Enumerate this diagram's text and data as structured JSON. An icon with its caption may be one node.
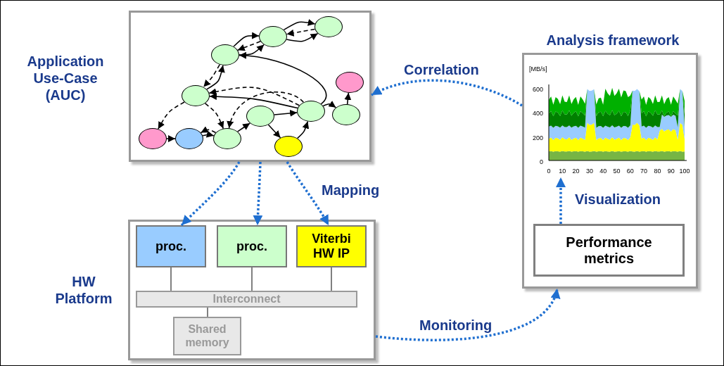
{
  "diagram": {
    "nodes": [
      {
        "text": [
          "Application Use-Case (AUC)"
        ]
      },
      {
        "text": [],
        "shape": "ellipse",
        "in": 0
      },
      {
        "text": [],
        "shape": "ellipse",
        "in": 0
      },
      {
        "text": [],
        "shape": "ellipse",
        "in": 0
      },
      {
        "text": [],
        "shape": "ellipse",
        "in": 0
      },
      {
        "text": [],
        "shape": "ellipse",
        "in": 0
      },
      {
        "text": [],
        "shape": "ellipse",
        "in": 0
      },
      {
        "text": [],
        "shape": "ellipse",
        "in": 0
      },
      {
        "text": [],
        "shape": "ellipse",
        "in": 0
      },
      {
        "text": [],
        "shape": "ellipse",
        "in": 0
      },
      {
        "text": [],
        "shape": "ellipse",
        "in": 0
      },
      {
        "text": [],
        "shape": "ellipse",
        "in": 0
      },
      {
        "text": [],
        "shape": "ellipse",
        "in": 0
      },
      {
        "text": [
          "Analysis framework"
        ]
      },
      {
        "text": [],
        "shape": "chart",
        "in": 13
      },
      {
        "text": [
          "Performance metrics"
        ],
        "in": 13
      },
      {
        "text": [
          "HW Platform"
        ]
      },
      {
        "text": [
          "proc."
        ],
        "in": 16
      },
      {
        "text": [
          "proc."
        ],
        "in": 16
      },
      {
        "text": [
          "Viterbi HW IP"
        ],
        "in": 16
      },
      {
        "text": [
          "Interconnect"
        ],
        "in": 16
      },
      {
        "text": [
          "Shared memory"
        ],
        "in": 16
      }
    ],
    "edges": [
      {
        "from": 2,
        "to": 1,
        "arrow": "to"
      },
      {
        "from": 1,
        "to": 2,
        "arrow": "to",
        "style": "dashed"
      },
      {
        "from": 2,
        "to": 1,
        "arrow": "to"
      },
      {
        "from": 3,
        "to": 2,
        "arrow": "to"
      },
      {
        "from": 3,
        "to": 2,
        "arrow": "to"
      },
      {
        "from": 2,
        "to": 3,
        "arrow": "to",
        "style": "dashed"
      },
      {
        "from": 5,
        "to": 3,
        "arrow": "to"
      },
      {
        "from": 3,
        "to": 5,
        "arrow": "to",
        "style": "dashed"
      },
      {
        "from": 5,
        "to": 9,
        "arrow": "to",
        "style": "dashed"
      },
      {
        "from": 5,
        "to": 11,
        "arrow": "to",
        "style": "dashed"
      },
      {
        "from": 9,
        "to": 10,
        "arrow": "to"
      },
      {
        "from": 10,
        "to": 11,
        "arrow": "to"
      },
      {
        "from": 11,
        "to": 10,
        "arrow": "to",
        "style": "dashed"
      },
      {
        "from": 11,
        "to": 8,
        "arrow": "to"
      },
      {
        "from": 6,
        "to": 11,
        "arrow": "to",
        "style": "dashed"
      },
      {
        "from": 8,
        "to": 6,
        "arrow": "to"
      },
      {
        "from": 8,
        "to": 12,
        "arrow": "to"
      },
      {
        "from": 12,
        "to": 6,
        "arrow": "to"
      },
      {
        "from": 6,
        "to": 5,
        "arrow": "to"
      },
      {
        "from": 6,
        "to": 5,
        "arrow": "to",
        "style": "dashed"
      },
      {
        "from": 6,
        "to": 3,
        "arrow": "to"
      },
      {
        "from": 6,
        "to": 7,
        "arrow": "to"
      },
      {
        "from": 7,
        "to": 4,
        "arrow": "to"
      },
      {
        "from": 0,
        "to": 17,
        "arrow": "to",
        "style": "dashed",
        "color": "#1f6fd0"
      },
      {
        "from": 0,
        "to": 18,
        "arrow": "to",
        "style": "dashed",
        "color": "#1f6fd0"
      },
      {
        "from": 0,
        "to": 19,
        "arrow": "to",
        "style": "dashed",
        "color": "#1f6fd0",
        "label": "Mapping"
      },
      {
        "from": 13,
        "to": 0,
        "arrow": "to",
        "style": "dashed",
        "color": "#1f6fd0",
        "label": "Correlation"
      },
      {
        "from": 16,
        "to": 13,
        "arrow": "to",
        "style": "dashed",
        "color": "#1f6fd0",
        "label": "Monitoring"
      },
      {
        "from": 15,
        "to": 14,
        "arrow": "to",
        "style": "dashed",
        "color": "#1f6fd0",
        "label": "Visualization"
      },
      {
        "from": 17,
        "to": 20,
        "arrow": "none",
        "color": "#808080"
      },
      {
        "from": 18,
        "to": 20,
        "arrow": "none",
        "color": "#808080"
      },
      {
        "from": 19,
        "to": 20,
        "arrow": "none",
        "color": "#808080"
      },
      {
        "from": 20,
        "to": 21,
        "arrow": "none",
        "color": "#808080"
      }
    ],
    "labels": [
      "[MB/s]",
      "600",
      "400",
      "200",
      "0",
      "0",
      "10",
      "20",
      "30",
      "40",
      "50",
      "60",
      "70",
      "80",
      "90",
      "100"
    ]
  }
}
